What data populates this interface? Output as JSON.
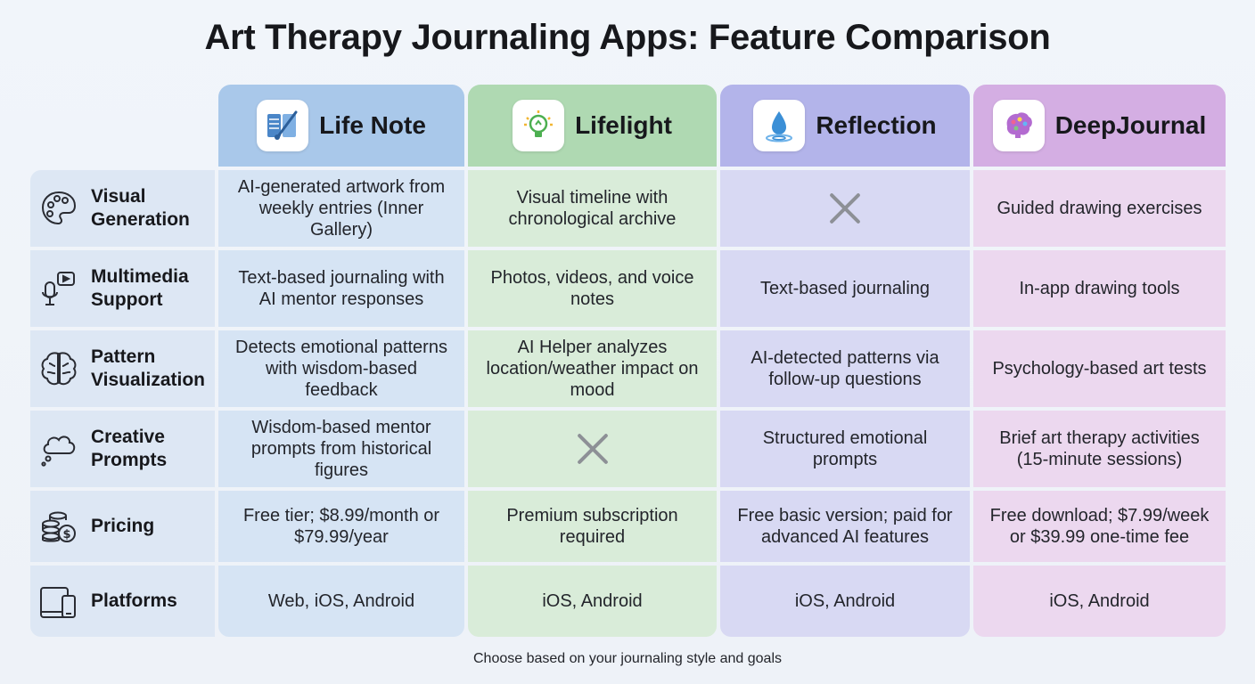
{
  "title": "Art Therapy Journaling Apps: Feature Comparison",
  "footer": "Choose based on your journaling style and goals",
  "apps": [
    {
      "name": "Life Note",
      "icon": "book-paintbrush-icon",
      "color": "#a9c8ea"
    },
    {
      "name": "Lifelight",
      "icon": "lightbulb-icon",
      "color": "#afd9b2"
    },
    {
      "name": "Reflection",
      "icon": "water-drop-icon",
      "color": "#b3b4ea"
    },
    {
      "name": "DeepJournal",
      "icon": "brain-palette-icon",
      "color": "#d4aee3"
    }
  ],
  "features": [
    {
      "label": "Visual Generation",
      "icon": "palette-icon",
      "values": [
        "AI-generated artwork from weekly entries (Inner Gallery)",
        "Visual timeline with chronological archive",
        "",
        "Guided drawing exercises"
      ],
      "not_available": [
        false,
        false,
        true,
        false
      ]
    },
    {
      "label": "Multimedia Support",
      "icon": "microphone-video-icon",
      "values": [
        "Text-based journaling with AI mentor responses",
        "Photos, videos, and voice notes",
        "Text-based journaling",
        "In-app drawing tools"
      ],
      "not_available": [
        false,
        false,
        false,
        false
      ]
    },
    {
      "label": "Pattern Visualization",
      "icon": "brain-icon",
      "values": [
        "Detects emotional patterns with wisdom-based feedback",
        "AI Helper analyzes location/weather impact on mood",
        "AI-detected patterns via follow-up questions",
        "Psychology-based art tests"
      ],
      "not_available": [
        false,
        false,
        false,
        false
      ]
    },
    {
      "label": "Creative Prompts",
      "icon": "thought-cloud-icon",
      "values": [
        "Wisdom-based mentor prompts from historical figures",
        "",
        "Structured emotional prompts",
        "Brief art therapy activities (15-minute sessions)"
      ],
      "not_available": [
        false,
        true,
        false,
        false
      ]
    },
    {
      "label": "Pricing",
      "icon": "coins-icon",
      "values": [
        "Free tier; $8.99/month or $79.99/year",
        "Premium subscription required",
        "Free basic version; paid for advanced AI features",
        "Free download; $7.99/week or $39.99 one-time fee"
      ],
      "not_available": [
        false,
        false,
        false,
        false
      ]
    },
    {
      "label": "Platforms",
      "icon": "devices-icon",
      "values": [
        "Web, iOS, Android",
        "iOS, Android",
        "iOS, Android",
        "iOS, Android"
      ],
      "not_available": [
        false,
        false,
        false,
        false
      ]
    }
  ]
}
